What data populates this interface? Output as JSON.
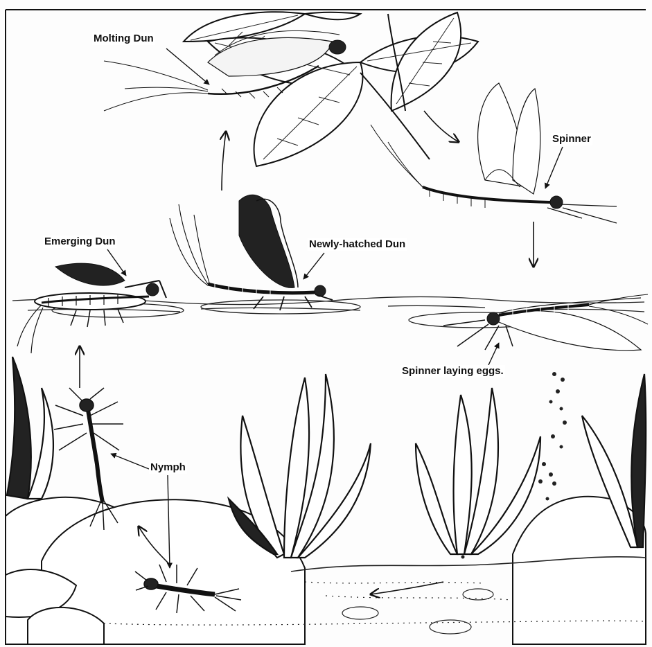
{
  "diagram": {
    "stages": [
      {
        "id": "molting_dun",
        "label": "Molting Dun"
      },
      {
        "id": "spinner",
        "label": "Spinner"
      },
      {
        "id": "emerging_dun",
        "label": "Emerging Dun"
      },
      {
        "id": "newly_hatched_dun",
        "label": "Newly-hatched Dun"
      },
      {
        "id": "spinner_laying_eggs",
        "label": "Spinner laying eggs."
      },
      {
        "id": "nymph",
        "label": "Nymph"
      }
    ]
  }
}
